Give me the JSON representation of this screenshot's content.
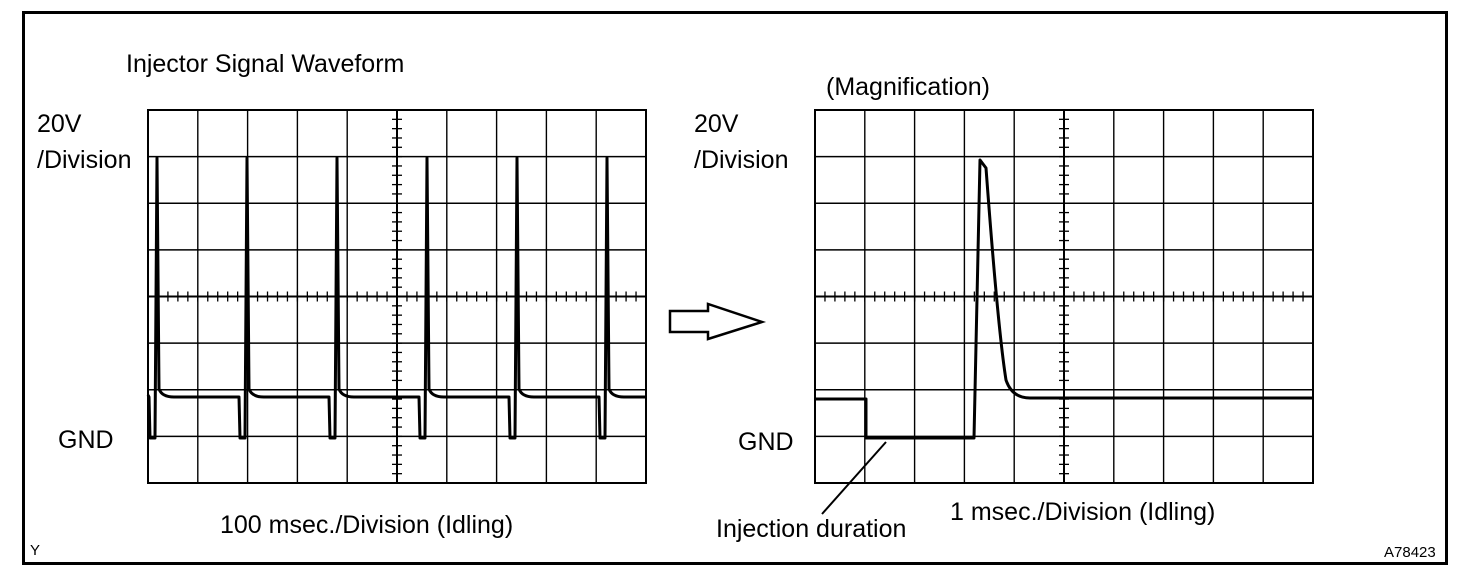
{
  "title": "Injector Signal Waveform",
  "magnification": "(Magnification)",
  "left_panel": {
    "volt_scale": "20V",
    "volt_division": "/Division",
    "gnd_label": "GND",
    "time_scale": "100 msec./Division (Idling)"
  },
  "right_panel": {
    "volt_scale": "20V",
    "volt_division": "/Division",
    "gnd_label": "GND",
    "time_scale": "1 msec./Division (Idling)",
    "annotation": "Injection duration"
  },
  "corner_left": "Y",
  "corner_right": "A78423"
}
